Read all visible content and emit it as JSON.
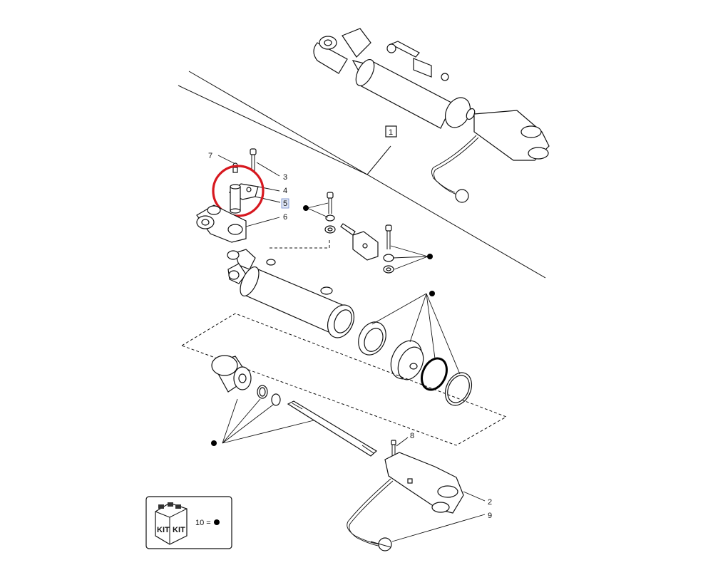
{
  "labels": {
    "p1": "1",
    "p2": "2",
    "p3": "3",
    "p4": "4",
    "p5": "5",
    "p6": "6",
    "p7": "7",
    "p8": "8",
    "p9": "9"
  },
  "legend": {
    "kit_text_left": "KIT",
    "kit_text_right": "KIT",
    "equation": "10 =",
    "symbol": "black-dot"
  },
  "selected_item": "5",
  "colors": {
    "highlight": "#d7181f",
    "selection": "#dfe6f5",
    "ink": "#111111"
  }
}
